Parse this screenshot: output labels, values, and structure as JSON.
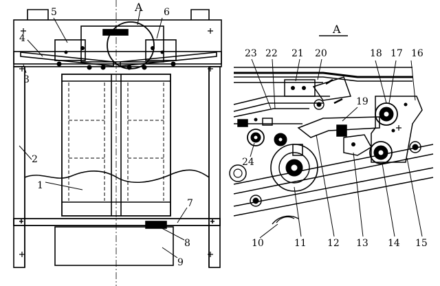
{
  "left_view": {
    "callouts": [
      "1",
      "2",
      "3",
      "4",
      "5",
      "6",
      "7",
      "8",
      "9"
    ],
    "detail_marker": "A"
  },
  "detail_view": {
    "title": "A",
    "callouts": [
      "10",
      "11",
      "12",
      "13",
      "14",
      "15",
      "16",
      "17",
      "18",
      "19",
      "20",
      "21",
      "22",
      "23",
      "24"
    ]
  }
}
